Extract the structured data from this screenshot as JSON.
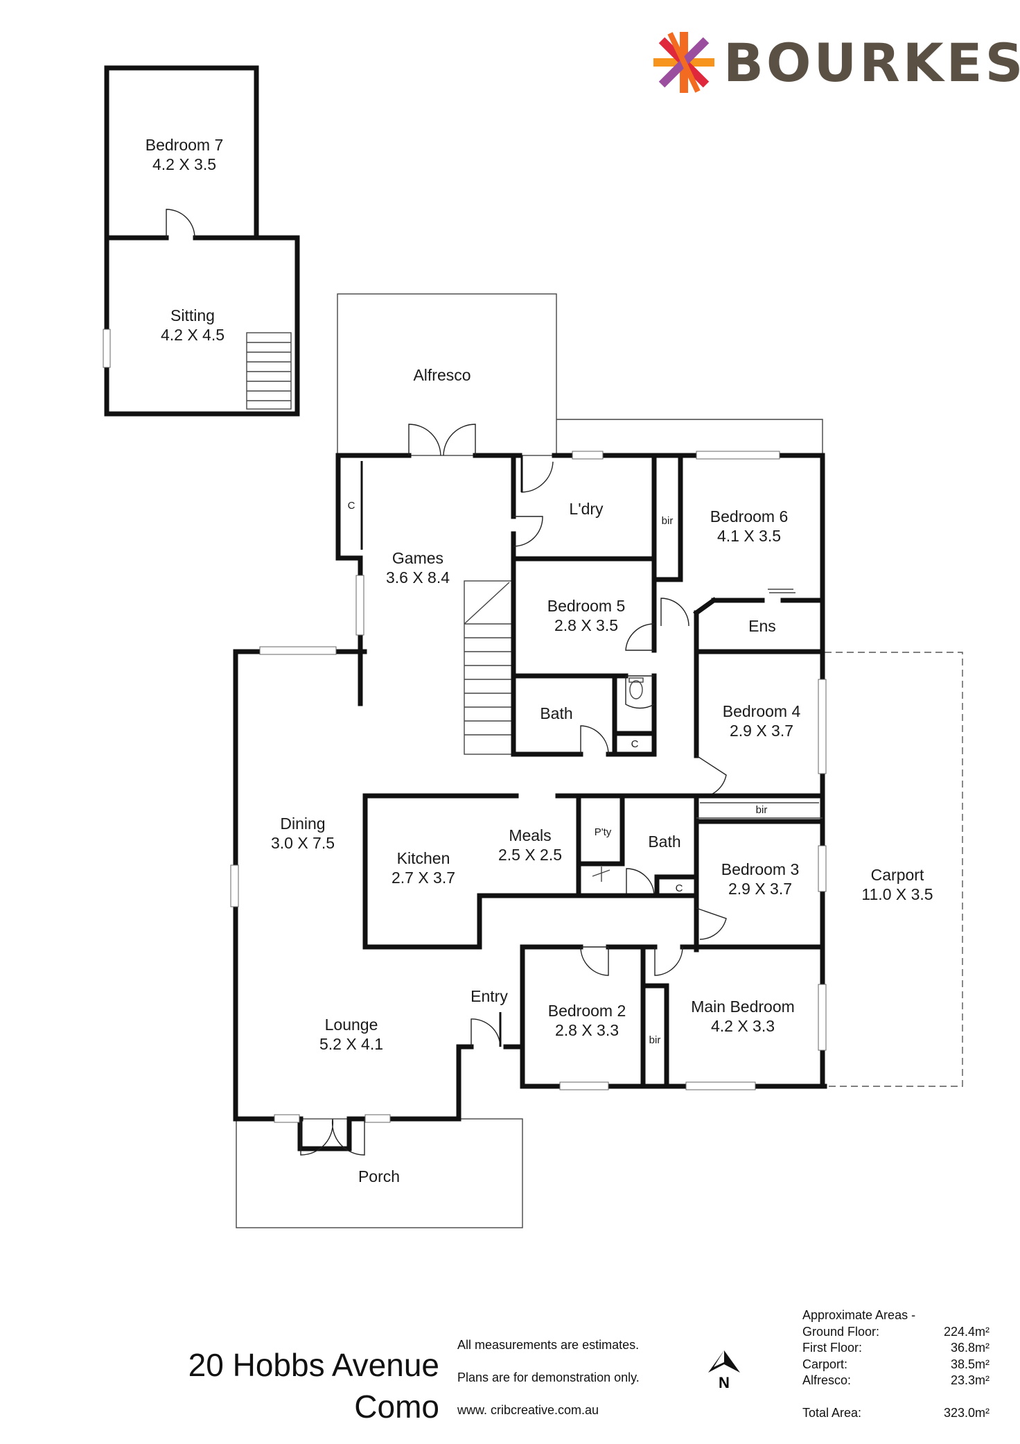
{
  "brand": {
    "name": "BOURKES",
    "colors": {
      "orange": "#f26b21",
      "purple": "#9b4d9e",
      "red": "#e0283c",
      "text": "#5b5044"
    }
  },
  "rooms": {
    "bedroom7": {
      "name": "Bedroom 7",
      "size": "4.2 X 3.5"
    },
    "sitting": {
      "name": "Sitting",
      "size": "4.2 X 4.5"
    },
    "alfresco": {
      "name": "Alfresco"
    },
    "games": {
      "name": "Games",
      "size": "3.6 X 8.4"
    },
    "laundry": {
      "name": "L'dry"
    },
    "bedroom6": {
      "name": "Bedroom 6",
      "size": "4.1 X 3.5"
    },
    "bedroom5": {
      "name": "Bedroom 5",
      "size": "2.8 X 3.5"
    },
    "ensuite": {
      "name": "Ens"
    },
    "bath1": {
      "name": "Bath"
    },
    "bedroom4": {
      "name": "Bedroom 4",
      "size": "2.9 X 3.7"
    },
    "dining": {
      "name": "Dining",
      "size": "3.0 X 7.5"
    },
    "kitchen": {
      "name": "Kitchen",
      "size": "2.7 X 3.7"
    },
    "meals": {
      "name": "Meals",
      "size": "2.5 X 2.5"
    },
    "pantry": {
      "name": "P'ty"
    },
    "bath2": {
      "name": "Bath"
    },
    "bedroom3": {
      "name": "Bedroom 3",
      "size": "2.9 X 3.7"
    },
    "carport": {
      "name": "Carport",
      "size": "11.0 X 3.5"
    },
    "entry": {
      "name": "Entry"
    },
    "lounge": {
      "name": "Lounge",
      "size": "5.2 X 4.1"
    },
    "bedroom2": {
      "name": "Bedroom 2",
      "size": "2.8 X 3.3"
    },
    "main": {
      "name": "Main Bedroom",
      "size": "4.2 X 3.3"
    },
    "porch": {
      "name": "Porch"
    }
  },
  "tags": {
    "cupboard": "C",
    "bir": "bir"
  },
  "address": {
    "line1": "20 Hobbs Avenue",
    "line2": "Como"
  },
  "notes": {
    "estimates": "All measurements are estimates.",
    "demo": "Plans are for demonstration only.",
    "website": "www. cribcreative.com.au"
  },
  "compass": {
    "label": "N"
  },
  "areas": {
    "heading": "Approximate Areas -",
    "items": [
      {
        "label": "Ground Floor:",
        "value": "224.4m²"
      },
      {
        "label": "First Floor:",
        "value": "36.8m²"
      },
      {
        "label": "Carport:",
        "value": "38.5m²"
      },
      {
        "label": "Alfresco:",
        "value": "23.3m²"
      }
    ],
    "total": {
      "label": "Total Area:",
      "value": "323.0m²"
    }
  }
}
